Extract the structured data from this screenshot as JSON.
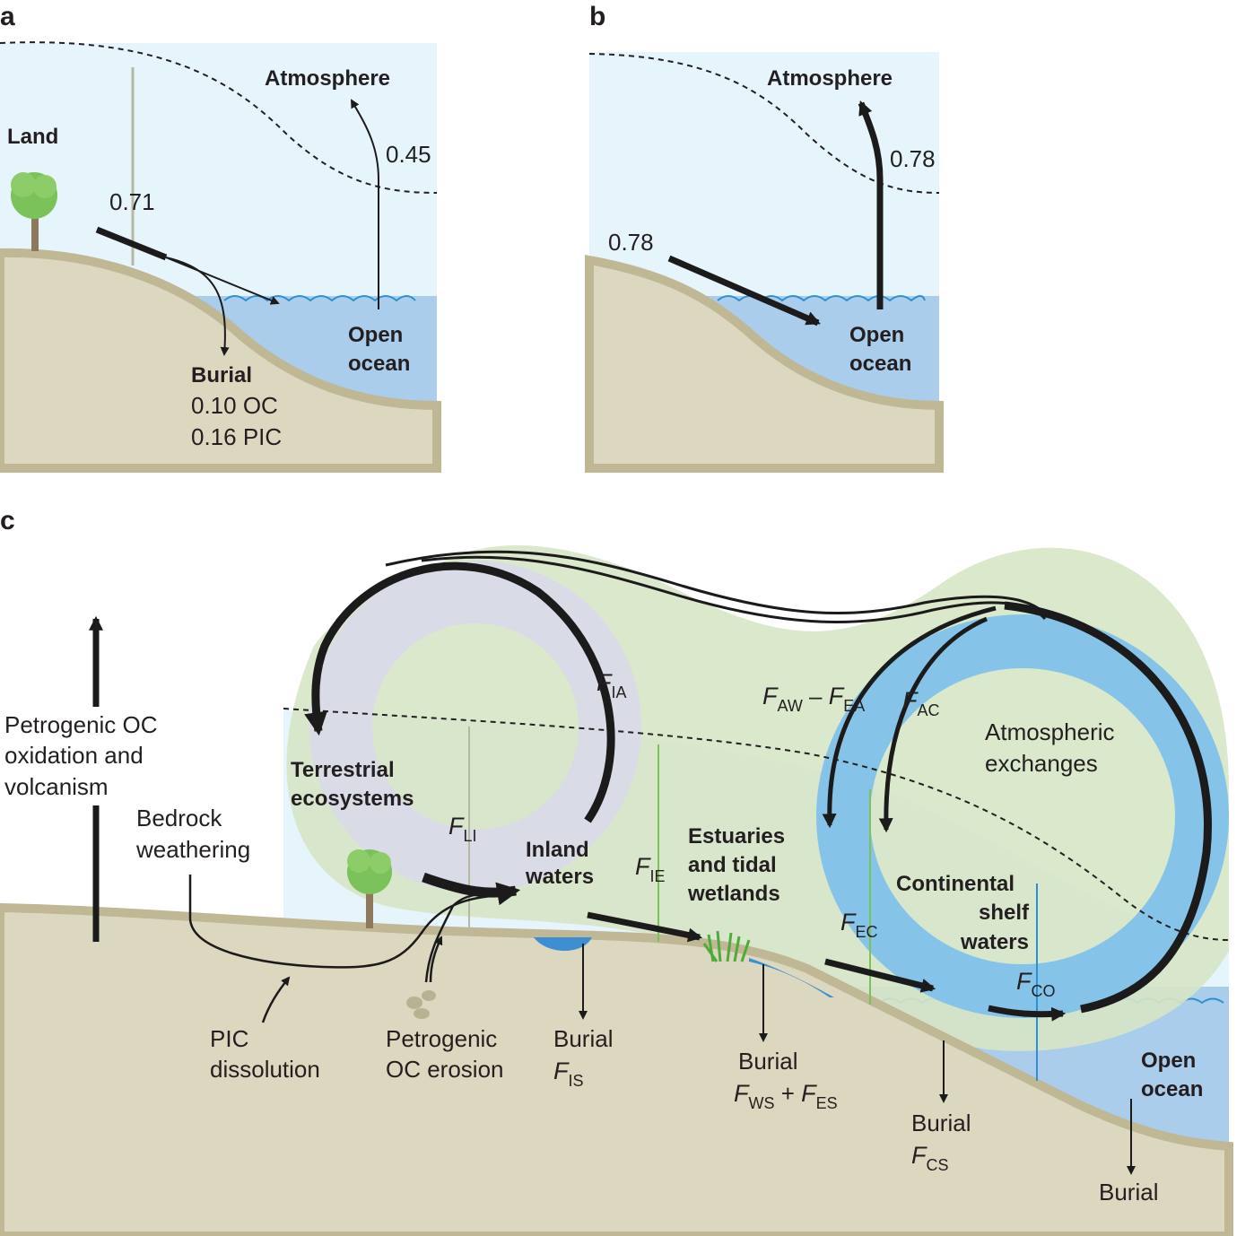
{
  "panel_a": {
    "letter": "a",
    "land": "Land",
    "atmosphere": "Atmosphere",
    "value_land": "0.71",
    "value_atm": "0.45",
    "open_ocean": [
      "Open",
      "ocean"
    ],
    "burial": "Burial",
    "burial_oc": "0.10 OC",
    "burial_pic": "0.16 PIC"
  },
  "panel_b": {
    "letter": "b",
    "atmosphere": "Atmosphere",
    "value_atm": "0.78",
    "value_land": "0.78",
    "open_ocean": [
      "Open",
      "ocean"
    ]
  },
  "panel_c": {
    "letter": "c",
    "petrogenic_ox": [
      "Petrogenic OC",
      "oxidation and",
      "volcanism"
    ],
    "bedrock": [
      "Bedrock",
      "weathering"
    ],
    "terrestrial": [
      "Terrestrial",
      "ecosystems"
    ],
    "inland": [
      "Inland",
      "waters"
    ],
    "estuaries": [
      "Estuaries",
      "and tidal",
      "wetlands"
    ],
    "atm_exchanges": [
      "Atmospheric",
      "exchanges"
    ],
    "continental": [
      "Continental",
      "shelf",
      "waters"
    ],
    "open_ocean": [
      "Open",
      "ocean"
    ],
    "pic_dissolution": [
      "PIC",
      "dissolution"
    ],
    "petrogenic_erosion": [
      "Petrogenic",
      "OC erosion"
    ],
    "burial": "Burial",
    "F": "F",
    "minus": " – ",
    "plus": " + ",
    "sub_IA": "IA",
    "sub_LI": "LI",
    "sub_IE": "IE",
    "sub_AW": "AW",
    "sub_EA": "EA",
    "sub_AC": "AC",
    "sub_EC": "EC",
    "sub_CO": "CO",
    "sub_IS": "IS",
    "sub_WS": "WS",
    "sub_ES": "ES",
    "sub_CS": "CS"
  },
  "colors": {
    "sky": "#e6f4fc",
    "water": "#a9cdeb",
    "land": "#dcd8c0",
    "land_edge": "#c0b795",
    "inland_ring": "#d9dbe6",
    "green_band": "#d6e6c6",
    "ocean_ring": "#85c4e8",
    "tree": "#7cc25a",
    "arrow": "#1b1b1b"
  }
}
